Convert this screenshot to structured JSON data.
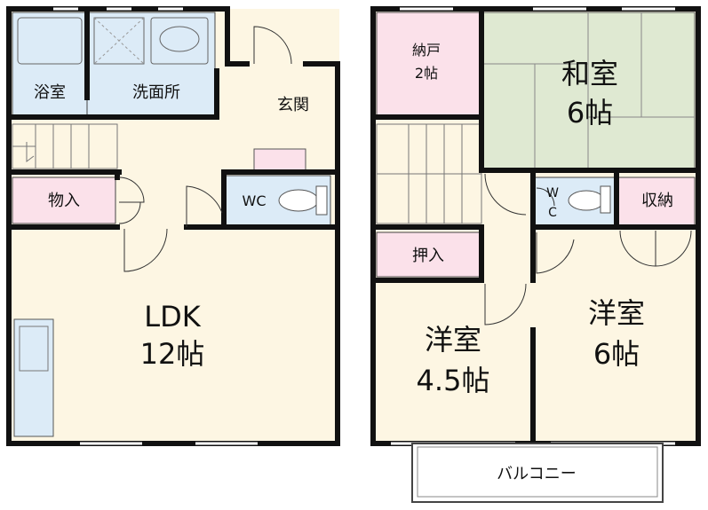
{
  "floor1": {
    "bath": "浴室",
    "washroom": "洗面所",
    "entrance": "玄関",
    "storage": "物入",
    "wc": "WC",
    "ldk_name": "LDK",
    "ldk_size": "12帖"
  },
  "floor2": {
    "closet_name": "納戸",
    "closet_size": "2帖",
    "japanese_name": "和室",
    "japanese_size": "6帖",
    "wc_w": "W",
    "wc_c": "C",
    "storage": "収納",
    "oshiire": "押入",
    "western_small_name": "洋室",
    "western_small_size": "4.5帖",
    "western_large_name": "洋室",
    "western_large_size": "6帖",
    "balcony": "バルコニー"
  },
  "colors": {
    "wall": "#111111",
    "floor": "#fdf6e3",
    "wet_area": "#dcebf7",
    "storage": "#fbe1ea",
    "tatami": "#dfe9d2",
    "balcony": "#ffffff"
  }
}
